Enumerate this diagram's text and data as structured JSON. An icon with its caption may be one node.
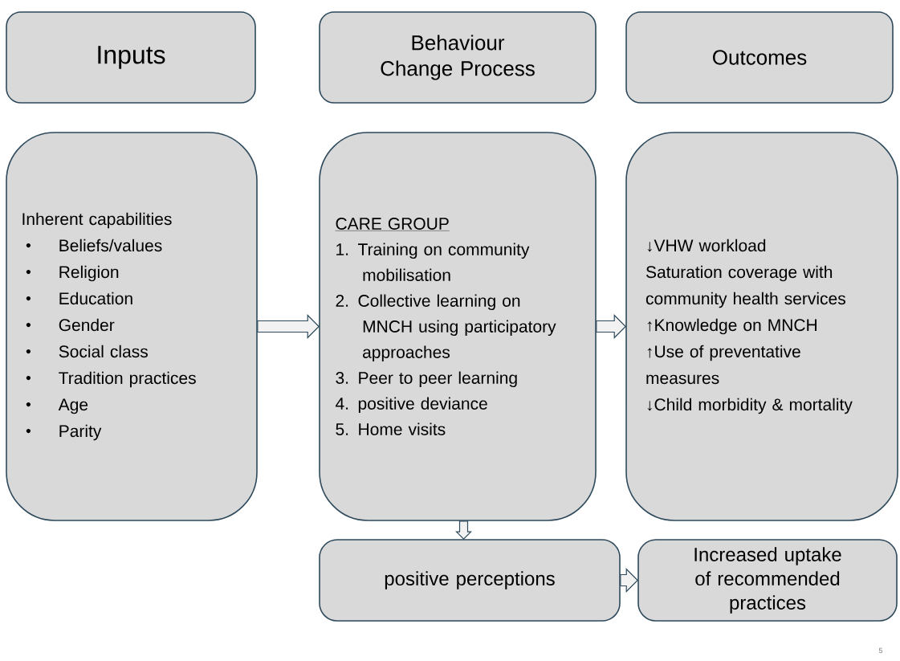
{
  "diagram": {
    "nodes": [
      {
        "text": [
          "Inputs"
        ]
      },
      {
        "text": [
          "Behaviour Change Process"
        ]
      },
      {
        "text": [
          "Outcomes"
        ]
      },
      {
        "text": [
          "Inherent capabilities",
          "Beliefs/values",
          "Religion",
          "Education",
          "Gender",
          "Social class",
          "Tradition practices",
          "Age",
          "Parity"
        ]
      },
      {
        "text": [
          "CARE GROUP",
          "1. Training on community mobilisation",
          "2. Collective learning on MNCH using participatory approaches",
          "3. Peer to peer learning",
          "4. positive deviance",
          "5. Home visits"
        ]
      },
      {
        "text": [
          "↓VHW workload",
          "Saturation coverage with community health services",
          "↑Knowledge on MNCH",
          "↑Use of preventative measures",
          "↓Child morbidity & mortality"
        ]
      },
      {
        "text": [
          "positive perceptions"
        ]
      },
      {
        "text": [
          "Increased uptake of recommended practices"
        ]
      }
    ],
    "edges": [
      {
        "from": 3,
        "to": 4,
        "arrow": "to"
      },
      {
        "from": 4,
        "to": 5,
        "arrow": "to"
      },
      {
        "from": 4,
        "to": 6,
        "arrow": "to"
      },
      {
        "from": 6,
        "to": 7,
        "arrow": "to"
      }
    ],
    "labels": [
      "5"
    ]
  }
}
